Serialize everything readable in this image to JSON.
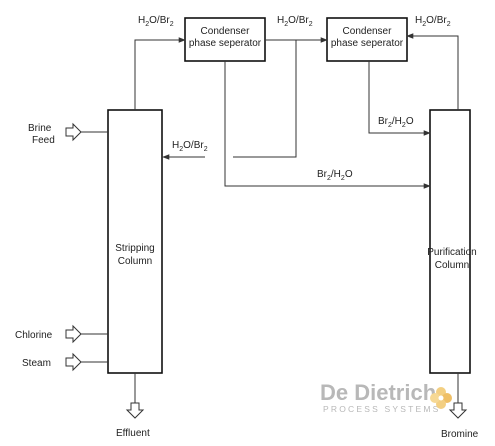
{
  "units": {
    "condenser_1": {
      "line1": "Condenser",
      "line2": "phase seperator"
    },
    "condenser_2": {
      "line1": "Condenser",
      "line2": "phase seperator"
    },
    "stripping_column": {
      "line1": "Stripping",
      "line2": "Column"
    },
    "purification_column": {
      "line1": "Purification",
      "line2": "Column"
    }
  },
  "streams": {
    "vapor_to_condenser_1": {
      "main": "H",
      "sub1": "2",
      "mid": "O/Br",
      "sub2": "2"
    },
    "vapor_between_condensers": {
      "main": "H",
      "sub1": "2",
      "mid": "O/Br",
      "sub2": "2"
    },
    "vapor_from_purification": {
      "main": "H",
      "sub1": "2",
      "mid": "O/Br",
      "sub2": "2"
    },
    "recycle_to_stripping": {
      "main": "H",
      "sub1": "2",
      "mid": "O/Br",
      "sub2": "2"
    },
    "crude_to_purification": {
      "main": "Br",
      "sub1": "2",
      "mid": "/H",
      "sub2": "2",
      "tail": "O"
    },
    "reflux_to_purification": {
      "main": "Br",
      "sub1": "2",
      "mid": "/H",
      "sub2": "2",
      "tail": "O"
    }
  },
  "feeds": {
    "brine_line1": "Brine",
    "brine_line2": "Feed",
    "chlorine": "Chlorine",
    "steam": "Steam"
  },
  "products": {
    "effluent": "Effluent",
    "bromine": "Bromine"
  },
  "logo": {
    "name": "De Dietrich",
    "subtitle": "PROCESS SYSTEMS",
    "colors": {
      "text": "#b8b8b8",
      "flower": "#f0c060"
    }
  }
}
